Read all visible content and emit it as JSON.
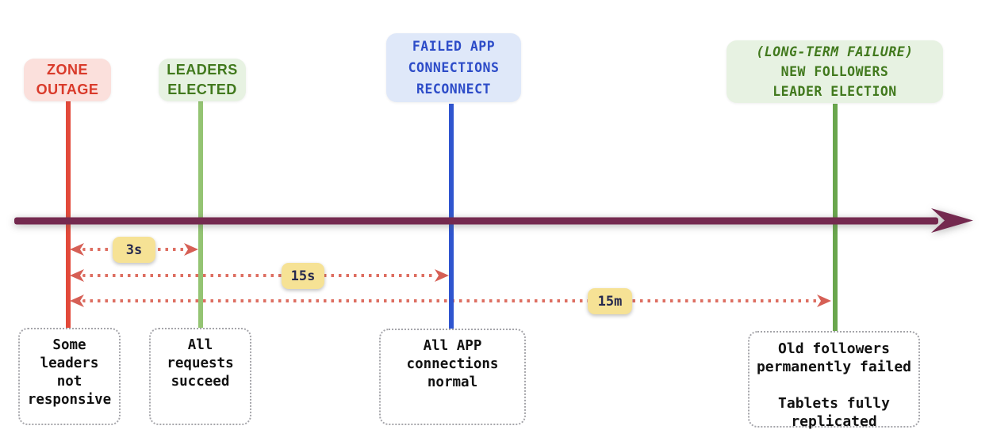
{
  "markers": {
    "zone_outage": {
      "label": "ZONE\nOUTAGE"
    },
    "leaders_elected": {
      "label": "LEADERS\nELECTED"
    },
    "failed_app_connections": {
      "label": "FAILED APP\nCONNECTIONS\nRECONNECT"
    },
    "long_term_failure": {
      "label_italic": "(LONG-TERM FAILURE)",
      "label": "NEW FOLLOWERS\nLEADER ELECTION"
    }
  },
  "durations": [
    {
      "label": "3s",
      "from": "zone_outage",
      "to": "leaders_elected"
    },
    {
      "label": "15s",
      "from": "zone_outage",
      "to": "failed_app_connections"
    },
    {
      "label": "15m",
      "from": "zone_outage",
      "to": "long_term_failure"
    }
  ],
  "notes": [
    {
      "text": "Some\nleaders\nnot\nresponsive"
    },
    {
      "text": "All\nrequests\nsucceed"
    },
    {
      "text": "All APP\nconnections\nnormal"
    },
    {
      "text": "Old followers\npermanently failed\n\nTablets fully\nreplicated"
    }
  ],
  "colors": {
    "timeline": "#74294f",
    "zone_line": "#e2493a",
    "leaders_line": "#94c473",
    "app_line": "#2f55cf",
    "followers_line": "#6aa64d",
    "zone_bg": "#fbe0dc",
    "zone_text": "#d93a2a",
    "green_bg": "#e7f2e2",
    "green_text": "#41791d",
    "blue_bg": "#dfe8f9",
    "blue_text": "#2d4cc8",
    "arrow_dot": "#dd6e61",
    "arrow_head": "#d65f55",
    "badge_bg": "#f6e295",
    "badge_text": "#26294f",
    "note_border": "#a5a5aa",
    "note_text": "#111111"
  }
}
